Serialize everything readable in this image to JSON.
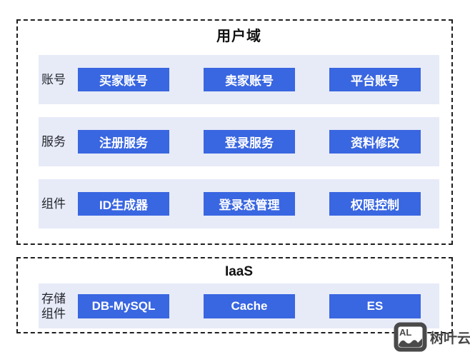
{
  "colors": {
    "accent_blue": "#3966E1",
    "band_bg": "#E7EBF8",
    "border_color": "#1F1F1F",
    "title_text": "#111111",
    "label_text": "#23262C",
    "watermark_gray": "#454545"
  },
  "user_domain": {
    "title": "用户域",
    "rows": [
      {
        "name": "accounts-row",
        "label": "账号",
        "items": [
          {
            "name": "buyer-account",
            "label": "买家账号"
          },
          {
            "name": "seller-account",
            "label": "卖家账号"
          },
          {
            "name": "platform-account",
            "label": "平台账号"
          }
        ]
      },
      {
        "name": "services-row",
        "label": "服务",
        "items": [
          {
            "name": "register-service",
            "label": "注册服务"
          },
          {
            "name": "login-service",
            "label": "登录服务"
          },
          {
            "name": "profile-edit-service",
            "label": "资料修改"
          }
        ]
      },
      {
        "name": "components-row",
        "label": "组件",
        "items": [
          {
            "name": "id-generator",
            "label": "ID生成器"
          },
          {
            "name": "login-state-manager",
            "label": "登录态管理"
          },
          {
            "name": "permission-control",
            "label": "权限控制"
          }
        ]
      }
    ]
  },
  "iaas": {
    "title": "IaaS",
    "rows": [
      {
        "name": "storage-components-row",
        "label": "存储组件",
        "items": [
          {
            "name": "db-mysql",
            "label": "DB-MySQL"
          },
          {
            "name": "cache",
            "label": "Cache"
          },
          {
            "name": "es",
            "label": "ES"
          }
        ]
      }
    ]
  },
  "watermark": {
    "icon": "image-logo-icon",
    "icon_text": "AL",
    "brand": "树叶云"
  }
}
